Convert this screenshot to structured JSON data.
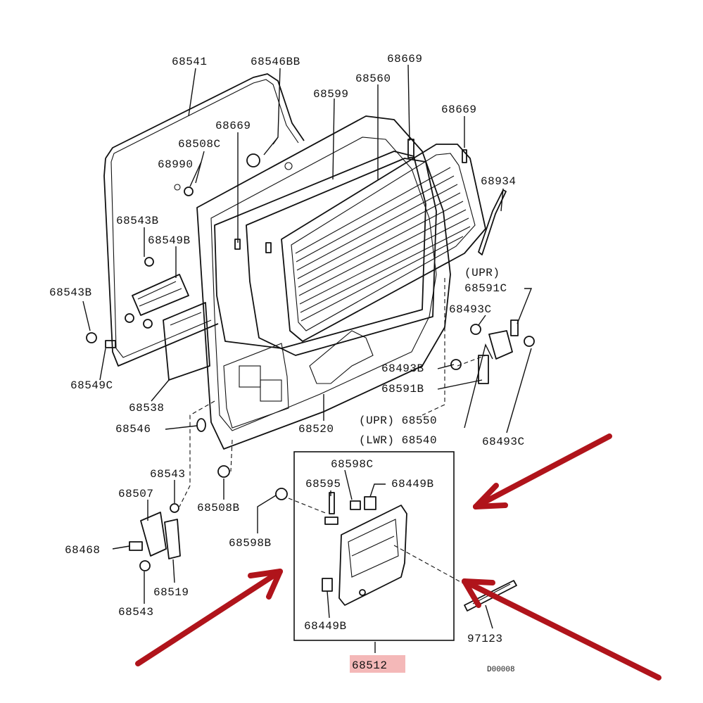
{
  "diagram": {
    "labels": {
      "p68541": "68541",
      "p68546BB": "68546BB",
      "p68669_top": "68669",
      "p68560": "68560",
      "p68599": "68599",
      "p68669_right": "68669",
      "p68669_left": "68669",
      "p68508C": "68508C",
      "p68990": "68990",
      "p68934": "68934",
      "p68543B_upper": "68543B",
      "p68549B": "68549B",
      "upr_paren": "(UPR)",
      "p68591C": "68591C",
      "p68543B_left": "68543B",
      "p68493C_upper": "68493C",
      "p68549C": "68549C",
      "p68493B": "68493B",
      "p68538": "68538",
      "p68591B": "68591B",
      "upr_68550": "(UPR) 68550",
      "p68546": "68546",
      "p68520": "68520",
      "lwr_68540": "(LWR) 68540",
      "p68493C_lower": "68493C",
      "p68543_upper": "68543",
      "p68598C": "68598C",
      "p68595": "68595",
      "p68449B_upper": "68449B",
      "p68507": "68507",
      "p68508B": "68508B",
      "p68468": "68468",
      "p68598B": "68598B",
      "p68519": "68519",
      "p68543_lower": "68543",
      "p68449B_lower": "68449B",
      "p97123": "97123",
      "p68512": "68512",
      "ref_code": "D00008"
    },
    "colors": {
      "line": "#111111",
      "arrow": "#b0141b",
      "highlight": "#f4b8b8"
    },
    "highlighted_part": "68512"
  }
}
